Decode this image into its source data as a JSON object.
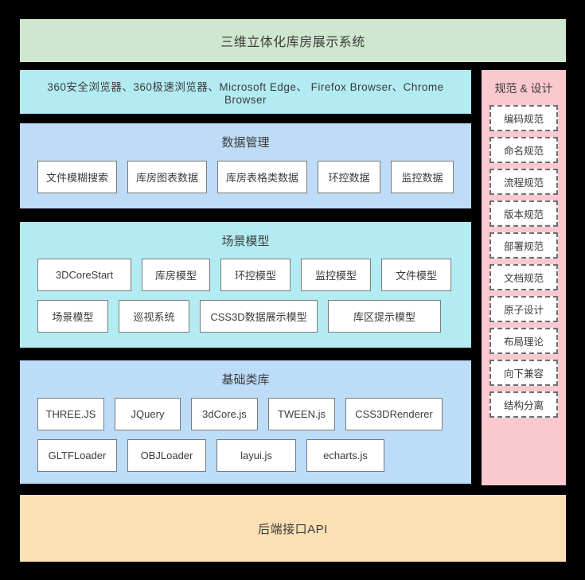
{
  "system": {
    "title": "三维立体化库房展示系统"
  },
  "browser_layer": {
    "name": "browser-support",
    "text": "360安全浏览器、360极速浏览器、Microsoft Edge、 Firefox Browser、Chrome Browser"
  },
  "layers": [
    {
      "id": "data-management",
      "heading": "数据管理",
      "rows": [
        [
          "文件模糊搜索",
          "库房图表数据",
          "库房表格类数据",
          "环控数据",
          "监控数据"
        ]
      ]
    },
    {
      "id": "scene-model",
      "heading": "场景模型",
      "rows": [
        [
          "3DCoreStart",
          "库房模型",
          "环控模型",
          "监控模型",
          "文件模型"
        ],
        [
          "场景模型",
          "巡视系统",
          "CSS3D数据展示模型",
          "库区提示模型"
        ]
      ]
    },
    {
      "id": "base-library",
      "heading": "基础类库",
      "rows": [
        [
          "THREE.JS",
          "JQuery",
          "3dCore.js",
          "TWEEN.js",
          "CSS3DRenderer"
        ],
        [
          "GLTFLoader",
          "OBJLoader",
          "layui.js",
          "echarts.js"
        ]
      ]
    }
  ],
  "api_layer": {
    "title": "后端接口API"
  },
  "standards_panel": {
    "title": "规范 & 设计",
    "items": [
      "编码规范",
      "命名规范",
      "流程规范",
      "版本规范",
      "部署规范",
      "文档规范",
      "原子设计",
      "布局理论",
      "向下兼容",
      "结构分离"
    ]
  },
  "colors": {
    "background": "#000000",
    "system_title_bg": "#cfe7cf",
    "browser_bg": "#b3ebf2",
    "data_bg": "#bedcf7",
    "scene_bg": "#b3ebf2",
    "library_bg": "#bcdcf8",
    "api_bg": "#fbe0b3",
    "standards_bg": "#fbc8d0",
    "node_bg": "#ffffff",
    "node_border": "#7b7b7b",
    "text": "#3b3b3b"
  }
}
